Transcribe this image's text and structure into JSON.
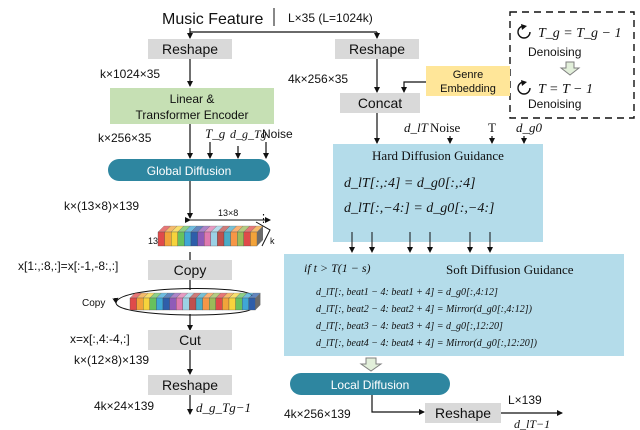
{
  "top": {
    "title": "Music Feature",
    "shape": "L×35 (L=1024k)"
  },
  "legend": {
    "line1": "T_g = T_g − 1",
    "label1": "Denoising",
    "line2": "T = T − 1",
    "label2": "Denoising"
  },
  "left": {
    "reshape1": "Reshape",
    "dim1": "k×1024×35",
    "encoder_line1": "Linear &",
    "encoder_line2": "Transformer Encoder",
    "dim2": "k×256×35",
    "tg": "T_g",
    "dg": "d_g_Tg",
    "noise": "Noise",
    "global_diffusion": "Global Diffusion",
    "dim3": "k×(13×8)×139",
    "tensor_top": "13×8",
    "tensor_left": "139",
    "tensor_k": "k",
    "copy_formula": "x[1:,:8,:]=x[:-1,-8:,:]",
    "copy": "Copy",
    "copy_small": "Copy",
    "cut_formula": "x=x[:,4:-4,:]",
    "cut": "Cut",
    "dim4": "k×(12×8)×139",
    "reshape2": "Reshape",
    "dim5": "4k×24×139",
    "output": "d_g_Tg−1"
  },
  "right": {
    "reshape": "Reshape",
    "dim1": "4k×256×35",
    "genre_line1": "Genre",
    "genre_line2": "Embedding",
    "concat": "Concat",
    "d_lT": "d_lT",
    "noise": "Noise",
    "T": "T",
    "d_g0": "d_g0",
    "hard_title": "Hard Diffusion Guidance",
    "hard_eq1": "d_lT[:,:4] = d_g0[:,:4]",
    "hard_eq2": "d_lT[:,−4:] = d_g0[:,−4:]",
    "soft_cond": "if t > T(1 − s)",
    "soft_title": "Soft Diffusion Guidance",
    "soft_eq1": "d_lT[:, beat1 − 4: beat1 + 4] = d_g0[:,4:12]",
    "soft_eq2": "d_lT[:, beat2 − 4: beat2 + 4] = Mirror(d_g0[:,4:12])",
    "soft_eq3": "d_lT[:, beat3 − 4: beat3 + 4] = d_g0[:,12:20]",
    "soft_eq4": "d_lT[:, beat4 − 4: beat4 + 4] = Mirror(d_g0[:,12:20])",
    "local_diffusion": "Local Diffusion",
    "dim2": "4k×256×139",
    "reshape2": "Reshape",
    "out_shape": "L×139",
    "output": "d_lT−1"
  },
  "colors": {
    "gray_box": "#d9d9d9",
    "encoder_green": "#c6e0b4",
    "genre_yellow": "#ffe699",
    "diffusion_teal": "#2e86a0",
    "guidance_blue": "#b4dcea"
  }
}
